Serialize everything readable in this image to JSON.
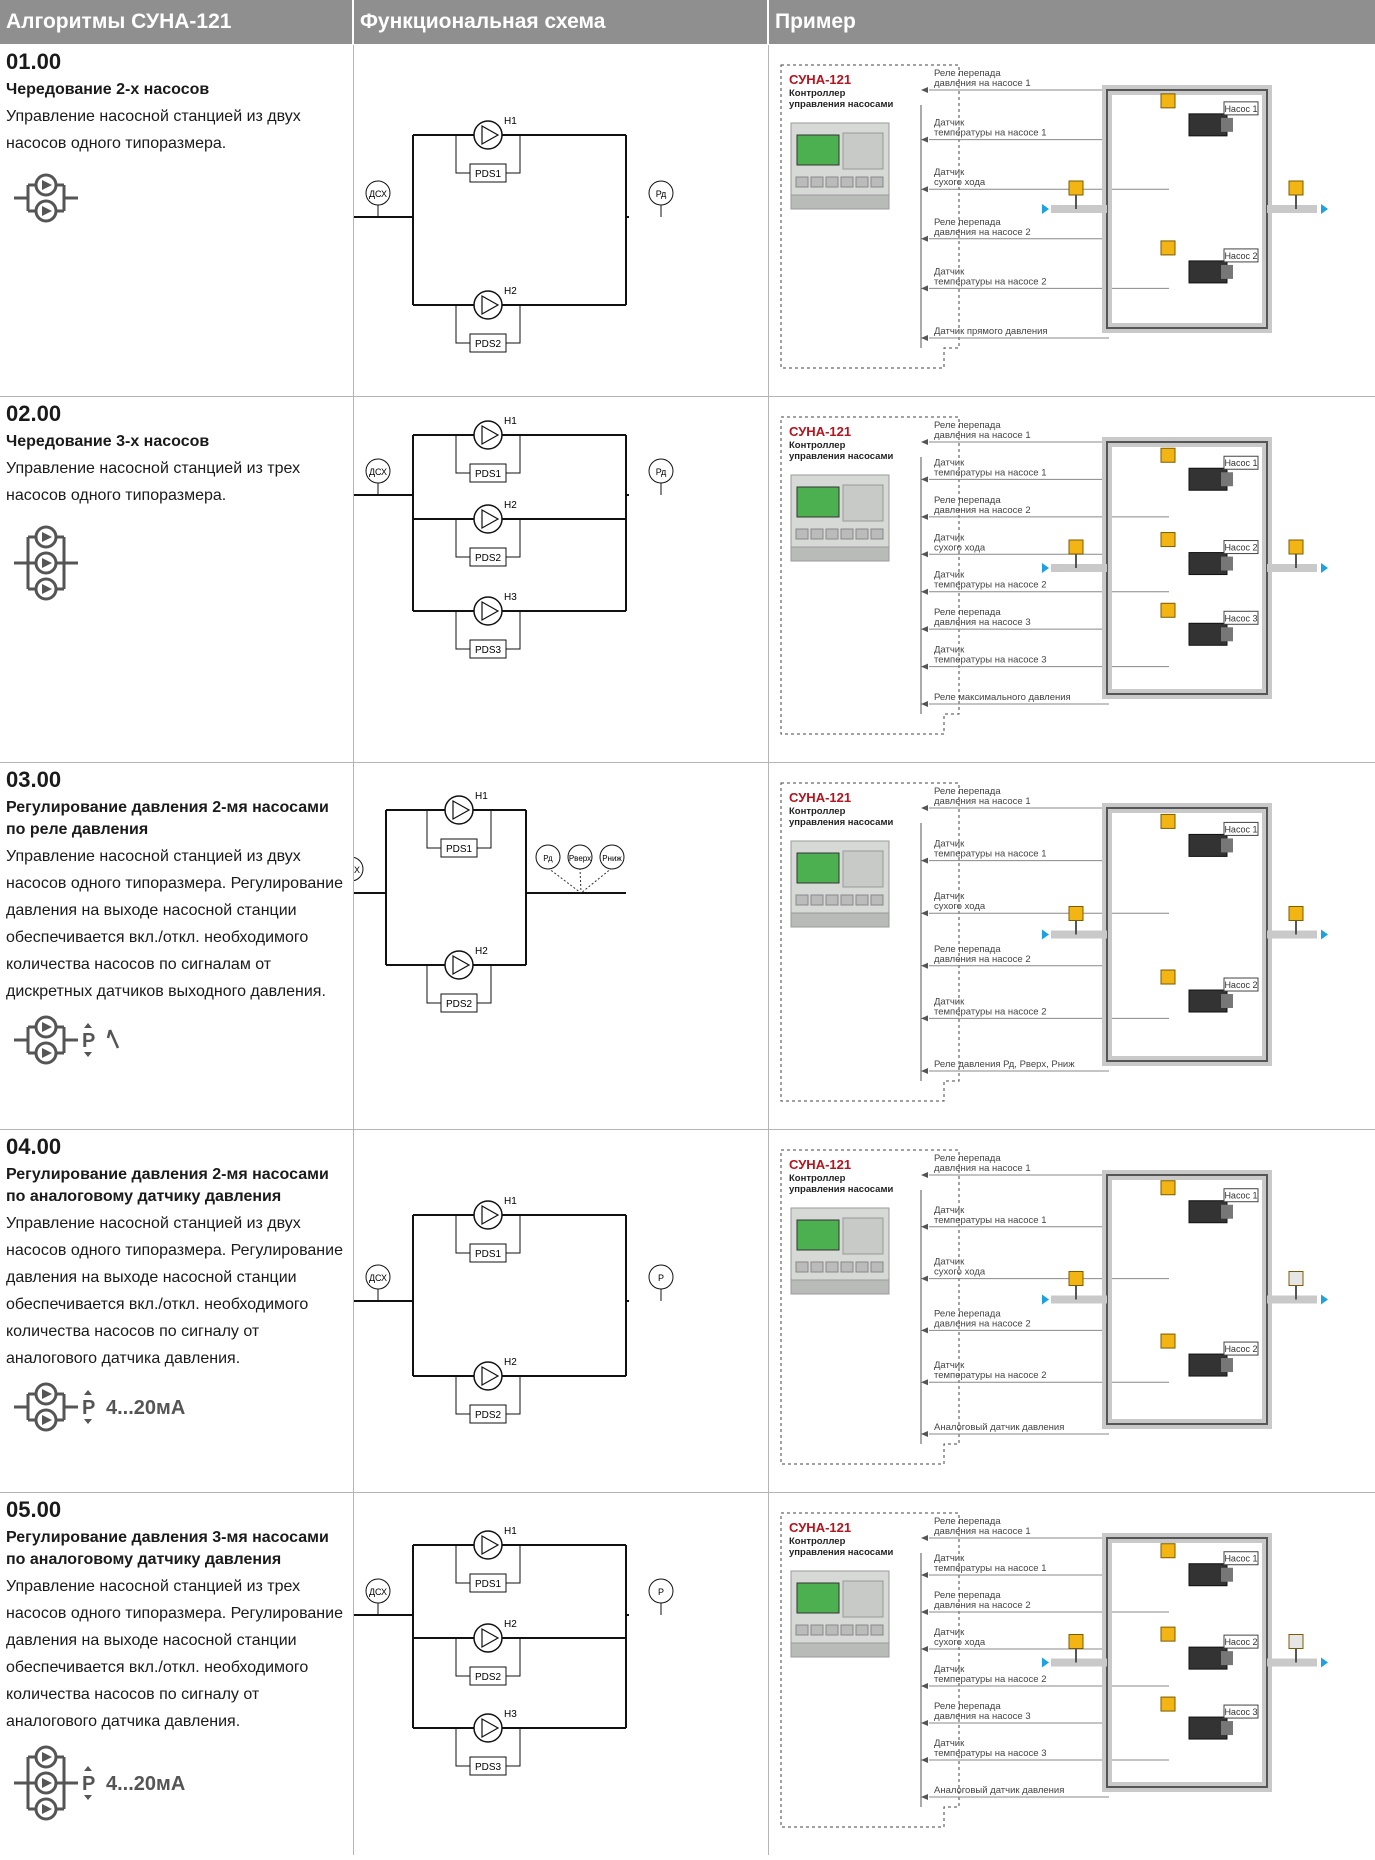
{
  "header": {
    "col1": "Алгоритмы СУНА-121",
    "col2": "Функциональная схема",
    "col3": "Пример"
  },
  "common": {
    "dsx": "ДСХ",
    "brand": "СУНА-121",
    "ctrl1": "Контроллер",
    "ctrl2": "управления насосами",
    "pump1": "Насос 1",
    "pump2": "Насос 2",
    "pump3": "Насос 3",
    "range": "4...20мА",
    "p": "P"
  },
  "rows": [
    {
      "code": "01.00",
      "title": "Чередование 2-х насосов",
      "desc": "Управление насосной станцией из двух насосов одного типоразмера.",
      "pumps": [
        "Н1",
        "Н2"
      ],
      "pds": [
        "PDS1",
        "PDS2"
      ],
      "sensors": [
        "Рд"
      ],
      "labels": [
        [
          "Реле перепада",
          "давления на насосе 1"
        ],
        [
          "Датчик",
          "температуры на насосе 1"
        ],
        [
          "Датчик",
          "сухого хода"
        ],
        [
          "Реле перепада",
          "давления на насосе 2"
        ],
        [
          "Датчик",
          "температуры на насосе 2"
        ],
        [
          "Датчик прямого давления"
        ]
      ]
    },
    {
      "code": "02.00",
      "title": "Чередование 3-х насосов",
      "desc": "Управление насосной станцией из трех насосов одного типоразмера.",
      "pumps": [
        "Н1",
        "Н2",
        "Н3"
      ],
      "pds": [
        "PDS1",
        "PDS2",
        "PDS3"
      ],
      "sensors": [
        "Рд"
      ],
      "labels": [
        [
          "Реле перепада",
          "давления на насосе 1"
        ],
        [
          "Датчик",
          "температуры на насосе 1"
        ],
        [
          "Реле перепада",
          "давления на насосе 2"
        ],
        [
          "Датчик",
          "сухого хода"
        ],
        [
          "Датчик",
          "температуры на насосе 2"
        ],
        [
          "Реле перепада",
          "давления на насосе 3"
        ],
        [
          "Датчик",
          "температуры на насосе 3"
        ],
        [
          "Реле максимального давления"
        ]
      ]
    },
    {
      "code": "03.00",
      "title": "Регулирование давления 2-мя насосами по реле давления",
      "desc": "Управление насосной станцией из двух насосов одного типоразмера. Регулирование давления на выходе насосной станции обеспечивается вкл./откл. необходимого количества насосов по сигналам от дискретных датчиков выходного давления.",
      "pumps": [
        "Н1",
        "Н2"
      ],
      "pds": [
        "PDS1",
        "PDS2"
      ],
      "sensors": [
        "Рд",
        "Рверх",
        "Рниж"
      ],
      "labels": [
        [
          "Реле перепада",
          "давления на насосе 1"
        ],
        [
          "Датчик",
          "температуры на насосе 1"
        ],
        [
          "Датчик",
          "сухого хода"
        ],
        [
          "Реле перепада",
          "давления на насосе 2"
        ],
        [
          "Датчик",
          "температуры на насосе 2"
        ],
        [
          "Реле давления Рд, Рверх, Рниж"
        ]
      ]
    },
    {
      "code": "04.00",
      "title": "Регулирование давления 2-мя насосами по аналоговому датчику давления",
      "desc": "Управление насосной станцией из двух насосов одного типоразмера. Регулирование давления на выходе насосной станции обеспечивается вкл./откл. необходимого количества насосов по сигналу от аналогового датчика давления.",
      "pumps": [
        "Н1",
        "Н2"
      ],
      "pds": [
        "PDS1",
        "PDS2"
      ],
      "sensors": [
        "Р"
      ],
      "labels": [
        [
          "Реле перепада",
          "давления на насосе 1"
        ],
        [
          "Датчик",
          "температуры на насосе 1"
        ],
        [
          "Датчик",
          "сухого хода"
        ],
        [
          "Реле перепада",
          "давления на насосе 2"
        ],
        [
          "Датчик",
          "температуры на насосе 2"
        ],
        [
          "Аналоговый датчик давления"
        ]
      ]
    },
    {
      "code": "05.00",
      "title": "Регулирование давления 3-мя насосами по аналоговому датчику давления",
      "desc": "Управление насосной станцией из трех насосов одного типоразмера. Регулирование давления на выходе насосной станции обеспечивается вкл./откл. необходимого количества насосов по сигналу от аналогового датчика давления.",
      "pumps": [
        "Н1",
        "Н2",
        "Н3"
      ],
      "pds": [
        "PDS1",
        "PDS2",
        "PDS3"
      ],
      "sensors": [
        "Р"
      ],
      "labels": [
        [
          "Реле перепада",
          "давления на насосе 1"
        ],
        [
          "Датчик",
          "температуры на насосе 1"
        ],
        [
          "Реле перепада",
          "давления на насосе 2"
        ],
        [
          "Датчик",
          "сухого хода"
        ],
        [
          "Датчик",
          "температуры на насосе 2"
        ],
        [
          "Реле перепада",
          "давления на насосе 3"
        ],
        [
          "Датчик",
          "температуры на насосе 3"
        ],
        [
          "Аналоговый датчик давления"
        ]
      ]
    }
  ]
}
